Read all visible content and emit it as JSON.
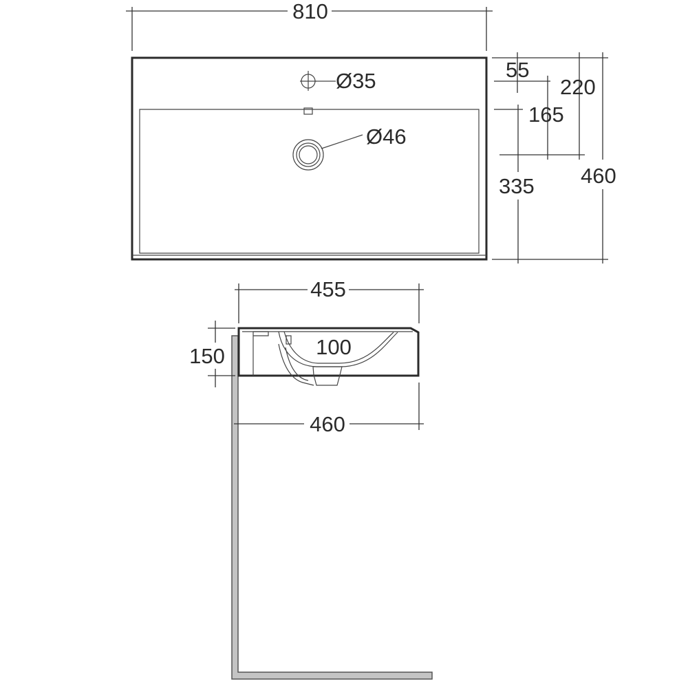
{
  "dimensions": {
    "overall_width": "810",
    "tap_hole": "Ø35",
    "waste_hole": "Ø46",
    "tap_hole_offset": "55",
    "waste_offset": "220",
    "bowl_to_waste": "165",
    "front_to_waste": "335",
    "overall_depth": "460",
    "side_depth_top": "455",
    "height": "150",
    "bowl_depth": "100",
    "side_depth_bottom": "460"
  }
}
